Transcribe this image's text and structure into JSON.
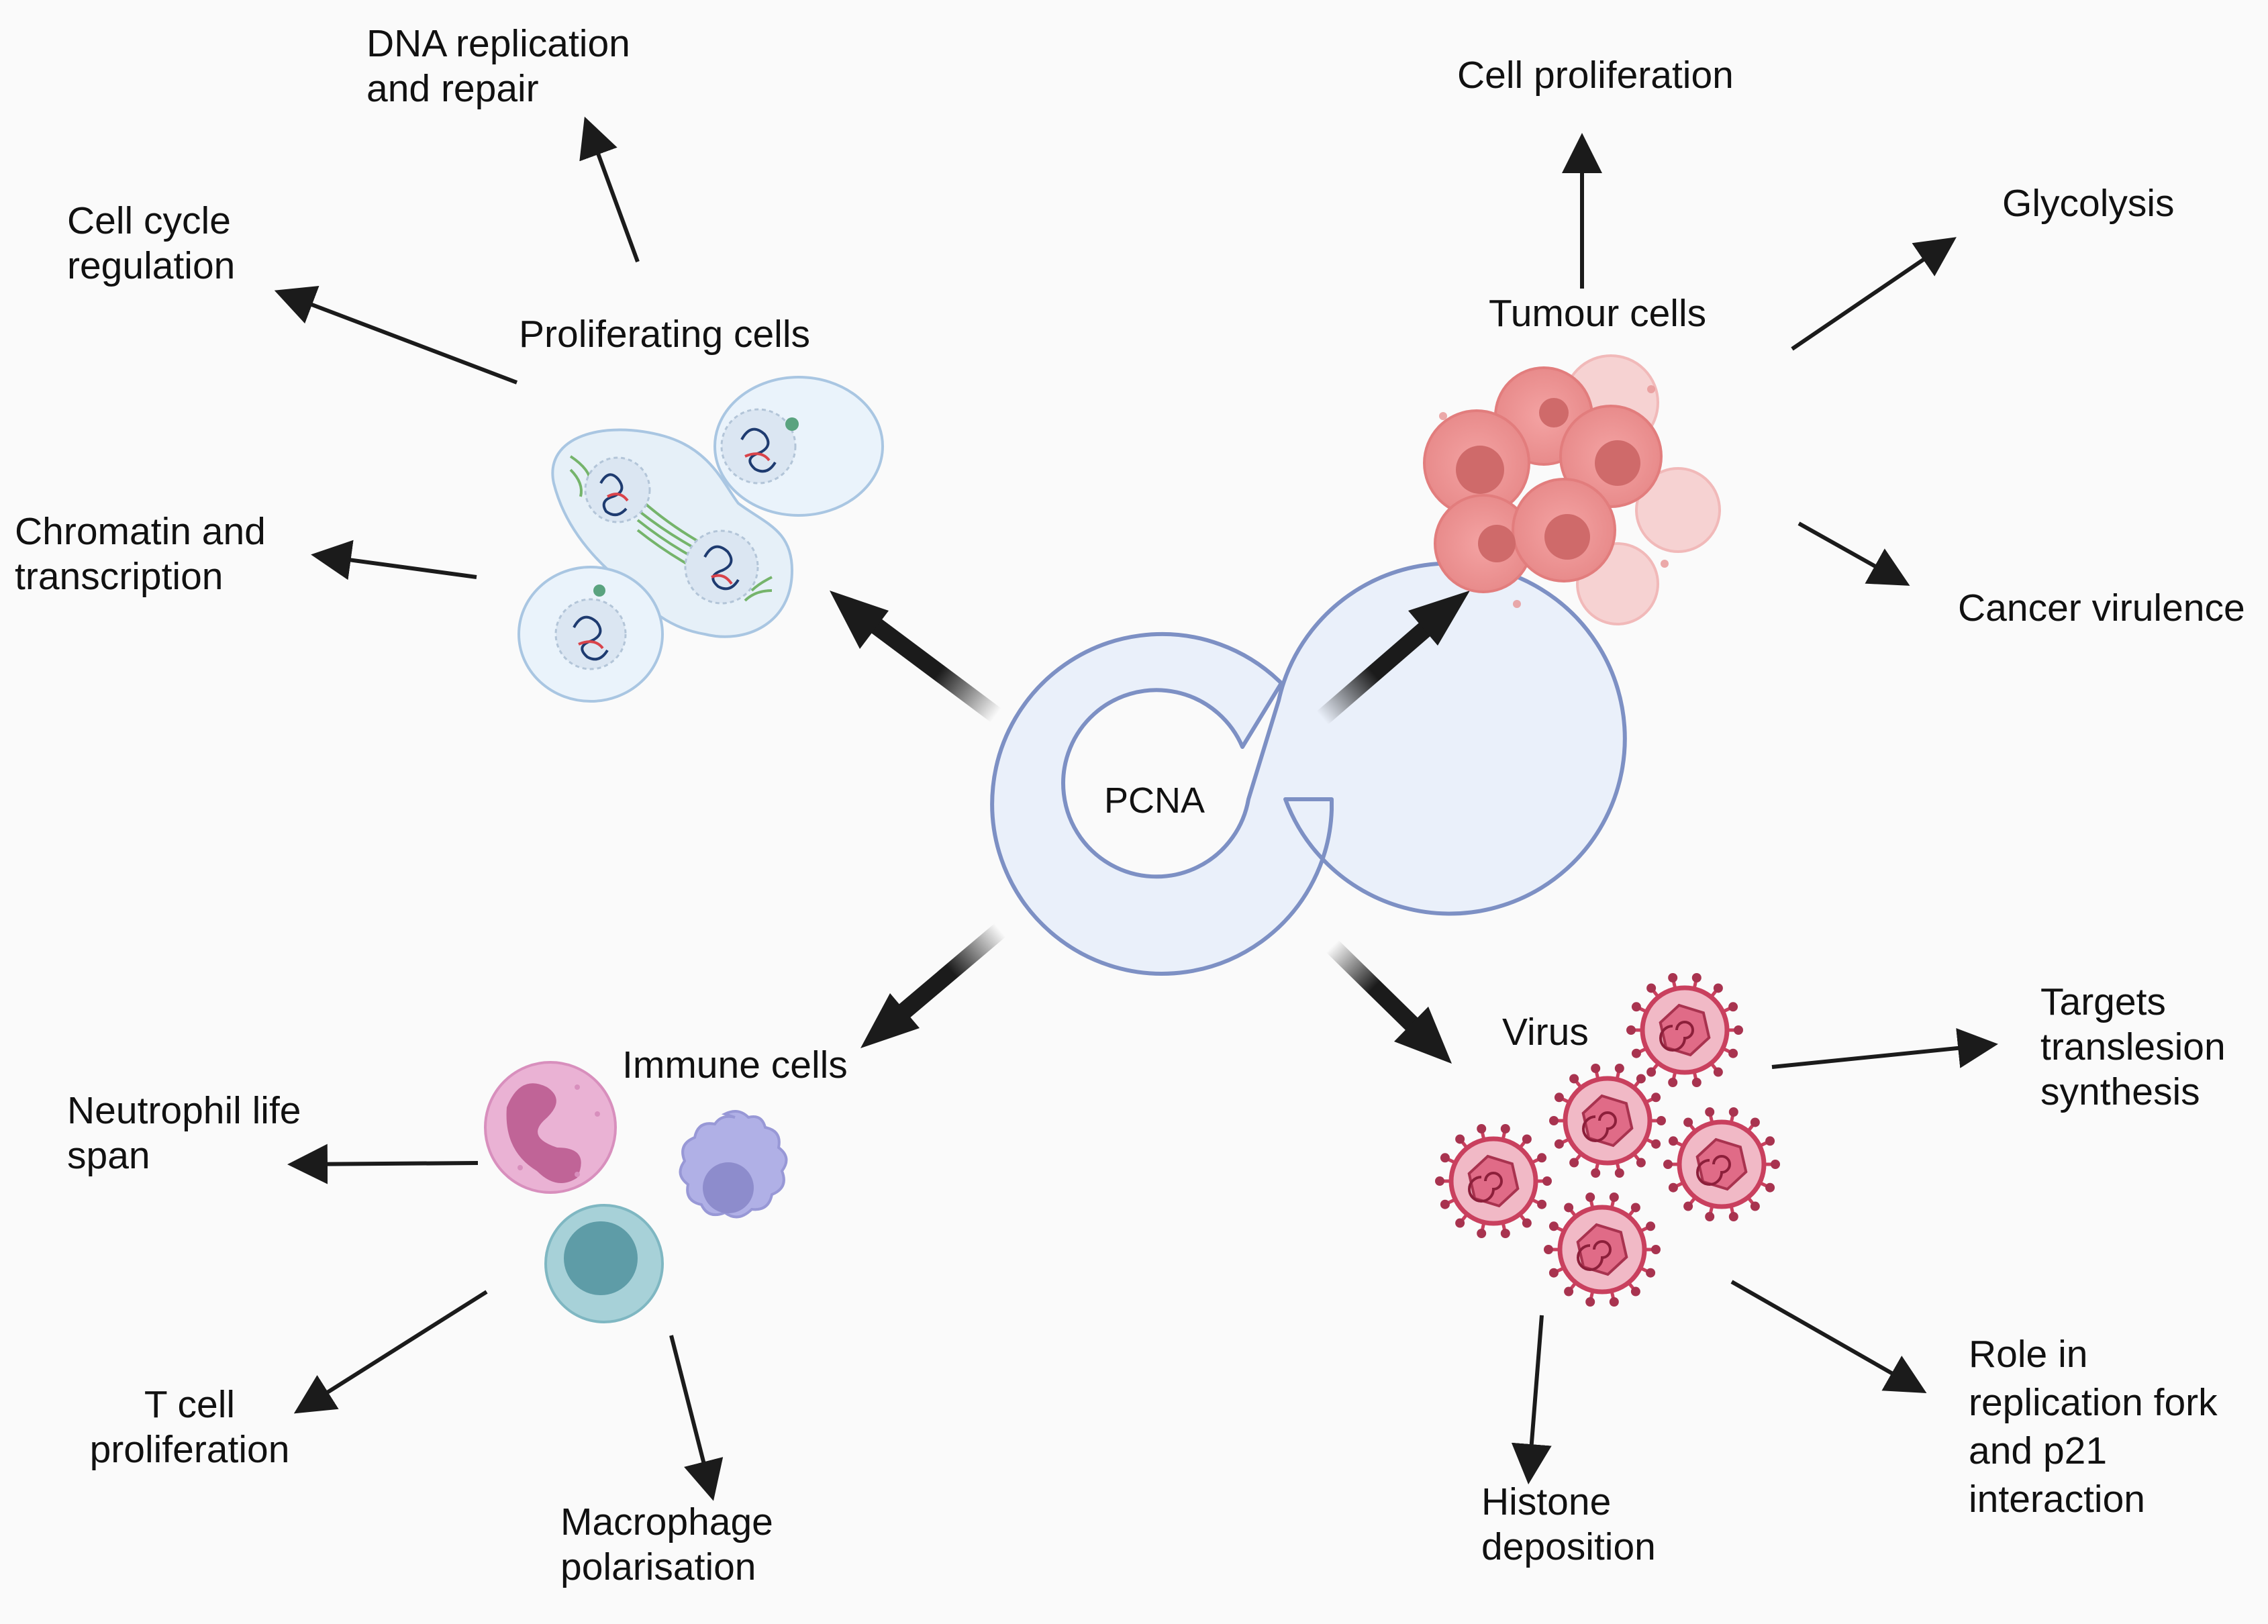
{
  "center": {
    "label": "PCNA"
  },
  "groups": {
    "proliferating": {
      "title": "Proliferating cells",
      "outcomes": [
        [
          "DNA replication",
          "and repair"
        ],
        [
          "Cell cycle",
          "regulation"
        ],
        [
          "Chromatin and",
          "transcription"
        ]
      ]
    },
    "tumour": {
      "title": "Tumour cells",
      "outcomes": [
        [
          "Cell proliferation"
        ],
        [
          "Glycolysis"
        ],
        [
          "Cancer virulence"
        ]
      ]
    },
    "immune": {
      "title": "Immune cells",
      "outcomes": [
        [
          "Neutrophil life",
          "span"
        ],
        [
          "T cell",
          "proliferation"
        ],
        [
          "Macrophage",
          "polarisation"
        ]
      ]
    },
    "virus": {
      "title": "Virus",
      "outcomes": [
        [
          "Targets",
          "translesion",
          "synthesis"
        ],
        [
          "Role in",
          "replication fork",
          "and p21",
          "interaction"
        ],
        [
          "Histone",
          "deposition"
        ]
      ]
    }
  },
  "colors": {
    "ring_fill": "#eaf0fa",
    "ring_stroke": "#7d90c4",
    "arrow": "#1b1b1b",
    "tumour": "#ef9a9a",
    "virus": "#c9405e",
    "neutrophil": "#eab2d4",
    "macrophage": "#b0b0e6",
    "tcell": "#a7d1d8"
  }
}
